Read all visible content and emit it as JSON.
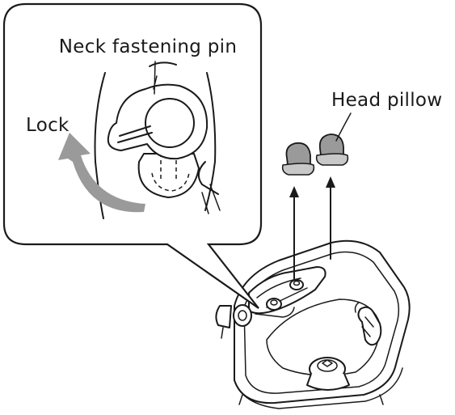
{
  "labels": {
    "neck_fastening_pin": "Neck fastening pin",
    "lock": "Lock",
    "head_pillow": "Head pillow"
  },
  "colors": {
    "line": "#1a1a1a",
    "arrow_gray": "#9a9a9a",
    "pillow_gray": "#9a9a9a",
    "callout_border": "#1a1a1a"
  }
}
